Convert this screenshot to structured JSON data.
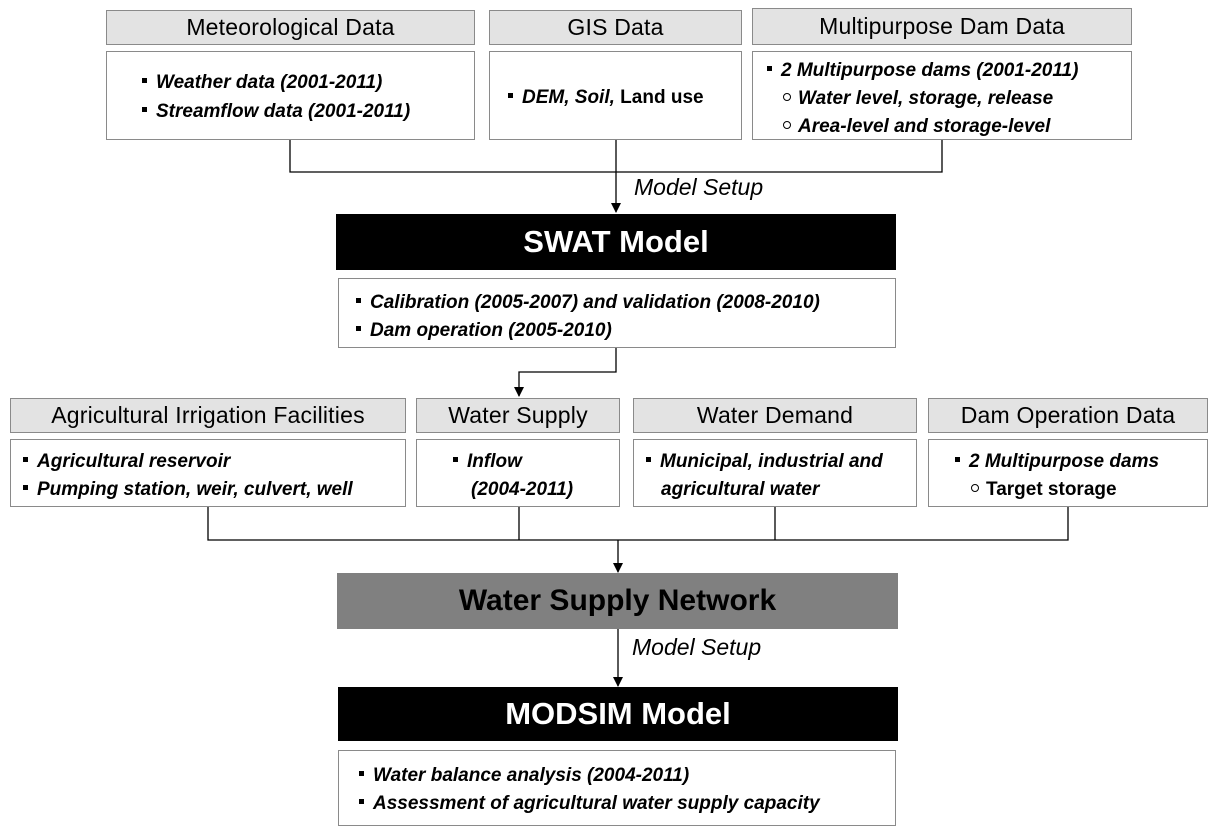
{
  "top": {
    "met": {
      "header": "Meteorological Data",
      "items": [
        {
          "marker": "square",
          "text": "Weather data (2001-2011)"
        },
        {
          "marker": "square",
          "text": "Streamflow data (2001-2011)"
        }
      ]
    },
    "gis": {
      "header": "GIS Data",
      "item_italic": "DEM, Soil,",
      "item_plain": " Land use"
    },
    "dam": {
      "header": "Multipurpose Dam Data",
      "items": [
        {
          "marker": "square",
          "text": "2 Multipurpose dams (2001-2011)"
        },
        {
          "marker": "circle",
          "text": "Water level, storage, release"
        },
        {
          "marker": "circle",
          "text": "Area-level and storage-level"
        }
      ]
    }
  },
  "model_setup_1": "Model Setup",
  "swat": {
    "title": "SWAT Model",
    "items": [
      "Calibration (2005-2007) and validation (2008-2010)",
      "Dam operation (2005-2010)"
    ]
  },
  "middle": {
    "agri": {
      "header": "Agricultural Irrigation Facilities",
      "items": [
        "Agricultural reservoir",
        "Pumping station, weir, culvert, well"
      ]
    },
    "supply": {
      "header": "Water Supply",
      "line1": "Inflow",
      "line2": "(2004-2011)"
    },
    "demand": {
      "header": "Water Demand",
      "line1": "Municipal, industrial and",
      "line2": "agricultural water"
    },
    "damop": {
      "header": "Dam Operation Data",
      "line1": "2 Multipurpose dams",
      "line2": "Target storage"
    }
  },
  "network": {
    "title": "Water Supply Network"
  },
  "model_setup_2": "Model Setup",
  "modsim": {
    "title": "MODSIM Model",
    "items": [
      "Water balance analysis (2004-2011)",
      "Assessment of agricultural water supply capacity"
    ]
  },
  "colors": {
    "band_black": "#000000",
    "band_gray": "#808080",
    "header_fill": "#e3e3e3",
    "border": "#8a8a8a"
  }
}
